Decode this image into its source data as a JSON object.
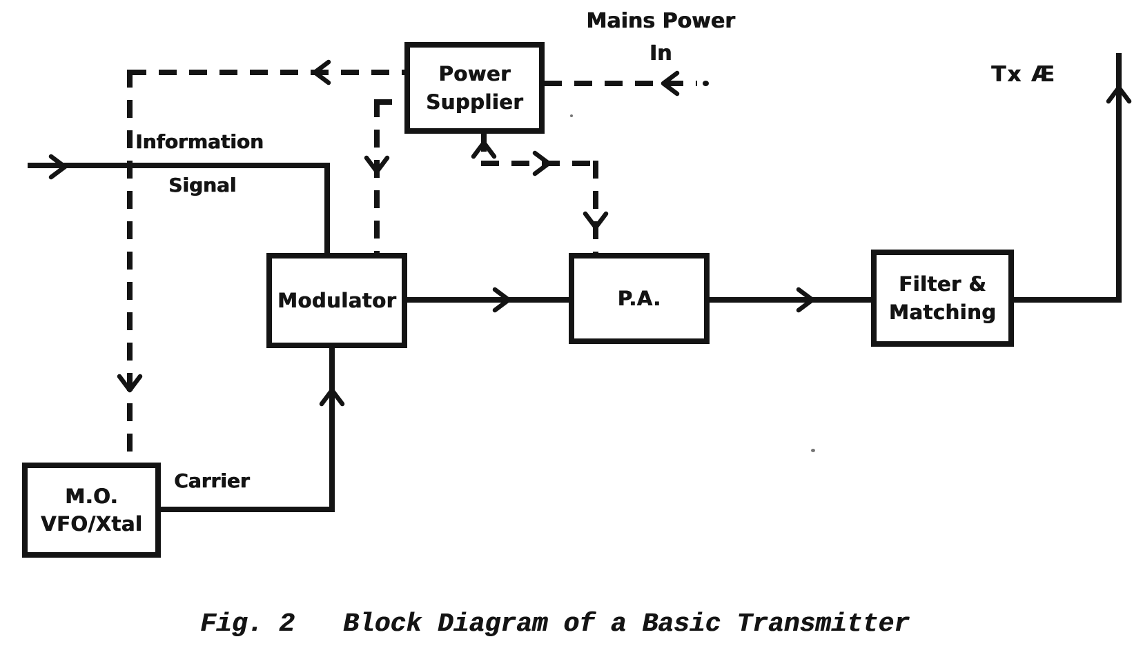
{
  "colors": {
    "ink": "#141414",
    "paper": "#ffffff"
  },
  "diagram": {
    "blocks": {
      "power_supplier": {
        "line1": "Power",
        "line2": "Supplier"
      },
      "modulator": {
        "line1": "Modulator"
      },
      "pa": {
        "line1": "P.A."
      },
      "filter_matching": {
        "line1": "Filter &",
        "line2": "Matching"
      },
      "master_oscillator": {
        "line1": "M.O.",
        "line2": "VFO/Xtal"
      }
    },
    "labels": {
      "mains_power_line1": "Mains Power",
      "mains_power_line2": "In",
      "information_line1": "Information",
      "information_line2": "Signal",
      "carrier": "Carrier",
      "tx_aerial": "Tx Æ"
    },
    "caption": {
      "figure": "Fig. 2",
      "title": "Block Diagram of a Basic Transmitter"
    }
  }
}
